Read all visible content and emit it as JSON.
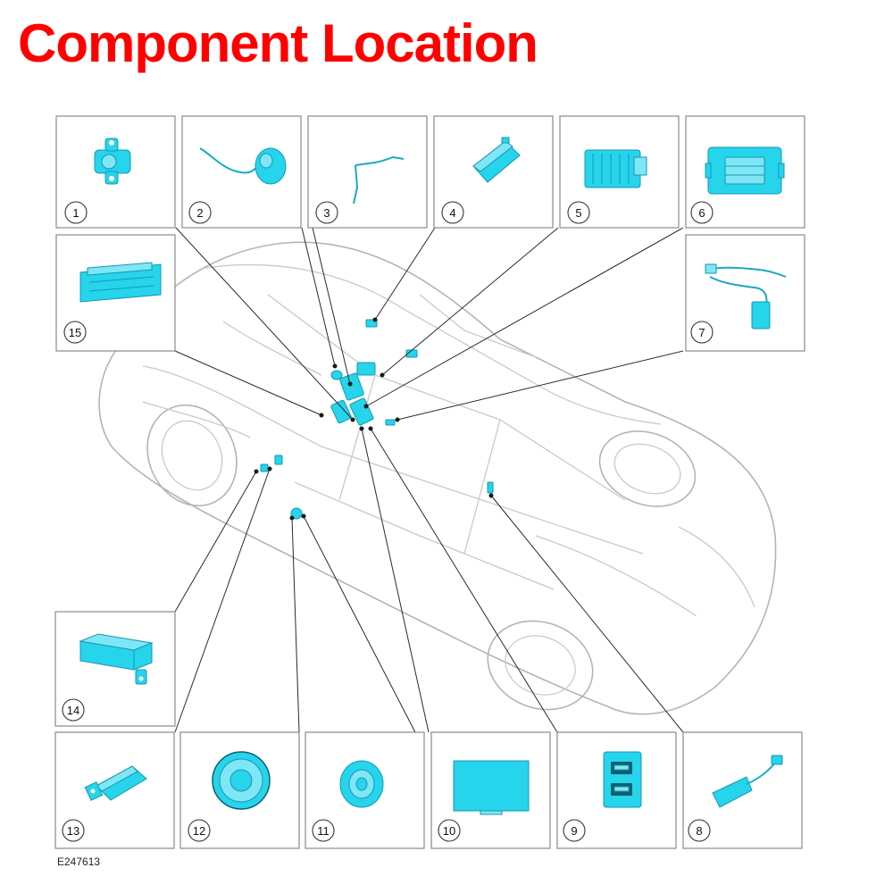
{
  "title": "Component Location",
  "reference_code": "E247613",
  "colors": {
    "title": "#ff0000",
    "component": "#26d4ec",
    "frame": "#8a8a8a"
  },
  "callouts": [
    {
      "number": "1",
      "icon": "mounting-bracket-sensor-icon"
    },
    {
      "number": "2",
      "icon": "round-microphone-with-cable-icon"
    },
    {
      "number": "3",
      "icon": "antenna-cable-icon"
    },
    {
      "number": "4",
      "icon": "control-module-icon"
    },
    {
      "number": "5",
      "icon": "finned-amplifier-module-icon"
    },
    {
      "number": "6",
      "icon": "interface-module-icon"
    },
    {
      "number": "7",
      "icon": "wiring-harness-with-connector-icon"
    },
    {
      "number": "8",
      "icon": "harness-connector-icon"
    },
    {
      "number": "9",
      "icon": "dual-usb-port-icon"
    },
    {
      "number": "10",
      "icon": "display-panel-icon"
    },
    {
      "number": "11",
      "icon": "tweeter-speaker-icon"
    },
    {
      "number": "12",
      "icon": "door-speaker-icon"
    },
    {
      "number": "13",
      "icon": "bracket-module-icon"
    },
    {
      "number": "14",
      "icon": "tab-mounted-module-icon"
    },
    {
      "number": "15",
      "icon": "audio-head-unit-icon"
    }
  ]
}
